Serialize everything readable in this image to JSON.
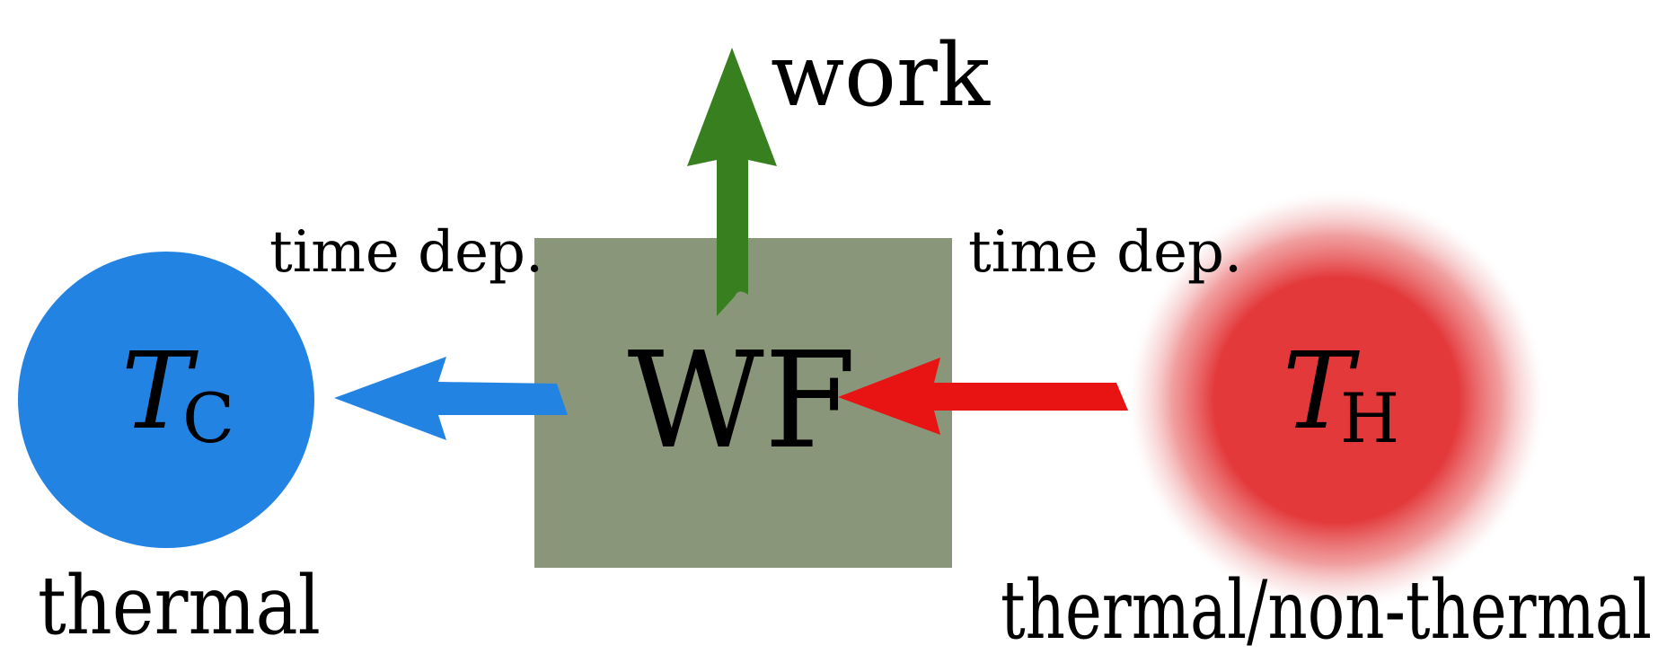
{
  "labels": {
    "work": "work",
    "time_dep_left": "time dep.",
    "time_dep_right": "time dep.",
    "working_fluid": "WF",
    "cold_symbol": "T",
    "cold_subscript": "C",
    "hot_symbol": "T",
    "hot_subscript": "H",
    "cold_caption": "thermal",
    "hot_caption": "thermal/non-thermal"
  },
  "colors": {
    "cold_bath": "#2383e2",
    "hot_bath": "#e3393b",
    "working_fluid_box": "#8a967a",
    "work_arrow": "#38801f",
    "cold_arrow": "#2383e2",
    "hot_arrow": "#e81313",
    "text": "#000000"
  }
}
